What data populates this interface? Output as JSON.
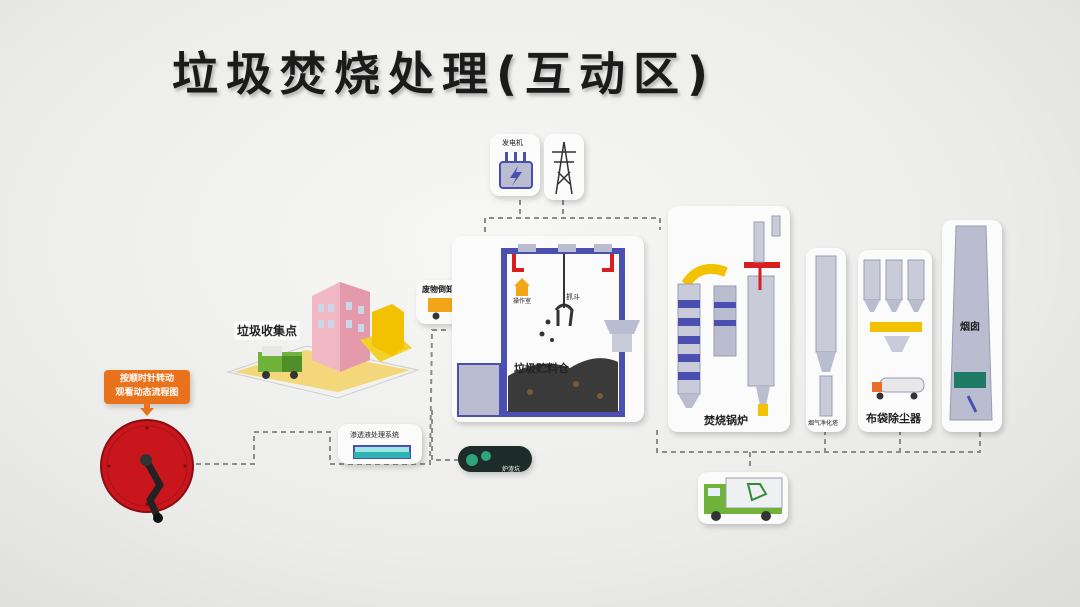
{
  "title": "垃圾焚烧处理(互动区)",
  "instruction": [
    "按顺时针转动",
    "观看动态流程图"
  ],
  "labels": {
    "collection_point": "垃圾收集点",
    "unloading": "废物倒卸处",
    "generator": "发电机",
    "operation_room": "操作室",
    "grab": "抓斗",
    "storage": "垃圾贮料仓",
    "leachate": "渗透液处理系统",
    "slag": "炉渣坑",
    "boiler": "焚烧锅炉",
    "flue_gas": "烟气净化塔",
    "bag_filter": "布袋除尘器",
    "chimney": "烟囱"
  },
  "colors": {
    "crank": "#c9161d",
    "instruction_bg": "#e8731c",
    "machine_blue": "#4a4fb0",
    "steel": "#b9bdcf",
    "yellow": "#f2c200",
    "flow_line": "#8a8a8a"
  }
}
